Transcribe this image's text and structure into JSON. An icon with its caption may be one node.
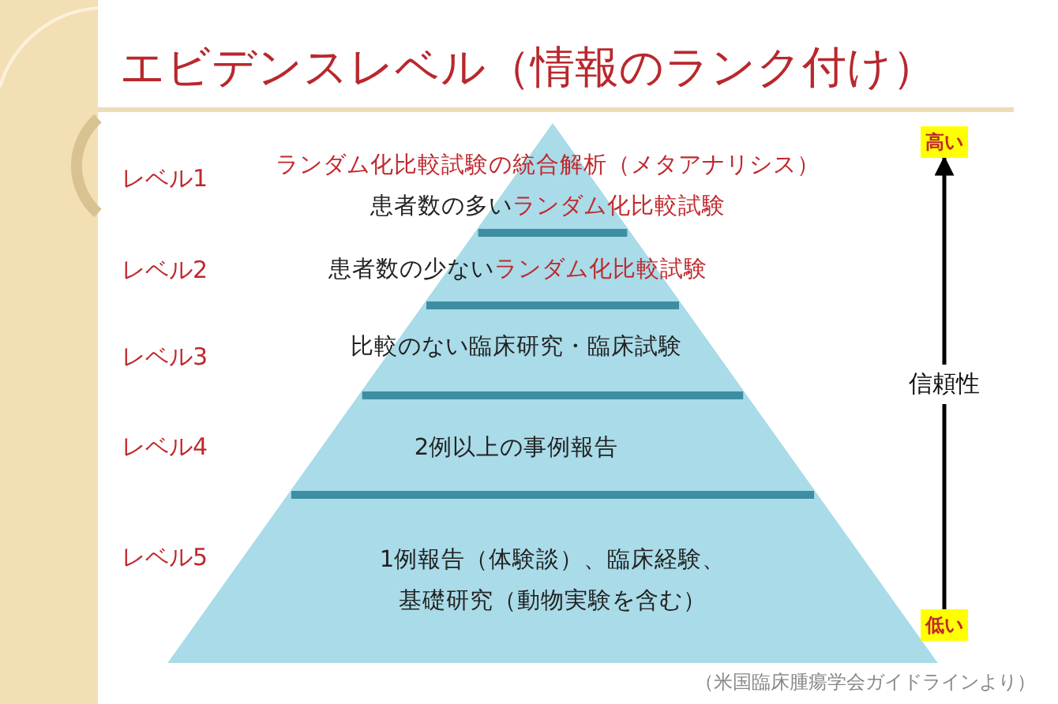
{
  "diagram": {
    "title": "エビデンスレベル（情報のランク付け）",
    "nodes": [
      {
        "text": [
          "ランダム化比較試験の統合解析（メタアナリシス）",
          "患者数の多い**ランダム化比較試験**"
        ]
      },
      {
        "text": [
          "患者数の少ない**ランダム化比較試験**"
        ]
      },
      {
        "text": [
          "比較のない臨床研究・臨床試験"
        ]
      },
      {
        "text": [
          "2例以上の事例報告"
        ]
      },
      {
        "text": [
          "1例報告（体験談）、臨床経験、基礎研究（動物実験を含む）"
        ]
      },
      {
        "text": [
          "高い"
        ]
      },
      {
        "text": [
          "低い"
        ]
      }
    ],
    "edges": [
      {
        "from": 6,
        "to": 5,
        "arrow": "to"
      }
    ],
    "labels": [
      "レベル1",
      "レベル2",
      "レベル3",
      "レベル4",
      "レベル5",
      "信頼性",
      "（米国臨床腫瘍学会ガイドラインより）"
    ]
  }
}
